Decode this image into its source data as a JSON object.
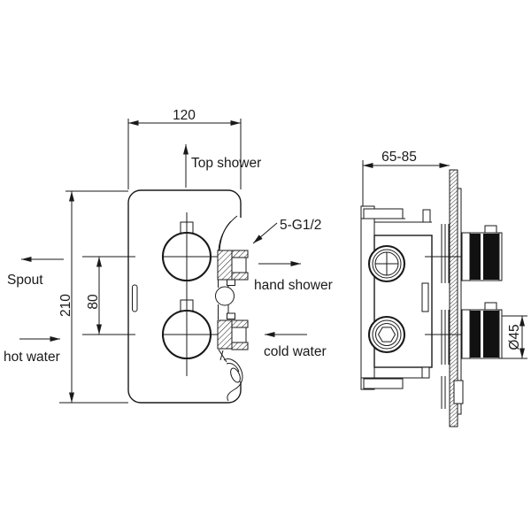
{
  "front": {
    "dim_width": "120",
    "dim_height": "210",
    "dim_knob_spacing": "80",
    "label_top_shower": "Top shower",
    "label_spout": "Spout",
    "label_hot_water": "hot water",
    "label_hand_shower": "hand shower",
    "label_cold_water": "cold water",
    "label_thread": "5-G1/2"
  },
  "side": {
    "dim_depth": "65-85",
    "dim_knob_diameter": "Ø45"
  },
  "colors": {
    "line": "#1a1a1a",
    "background": "#ffffff"
  }
}
